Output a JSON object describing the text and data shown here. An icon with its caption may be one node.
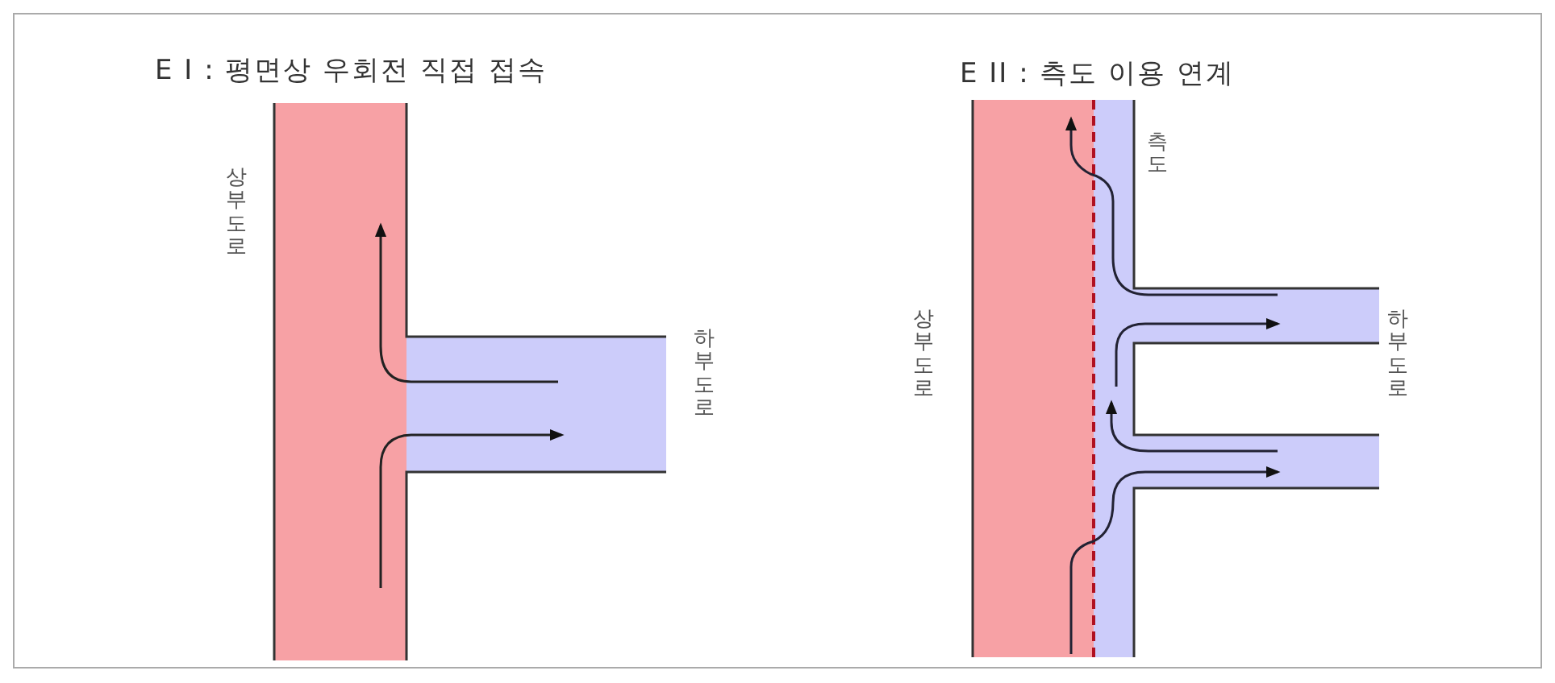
{
  "diagram": {
    "labels": [
      "E I : 평면상 우회전 직접 접속",
      "상부도로",
      "하부도로",
      "E II : 측도 이용 연계",
      "측도",
      "상부도로",
      "하부도로"
    ]
  }
}
